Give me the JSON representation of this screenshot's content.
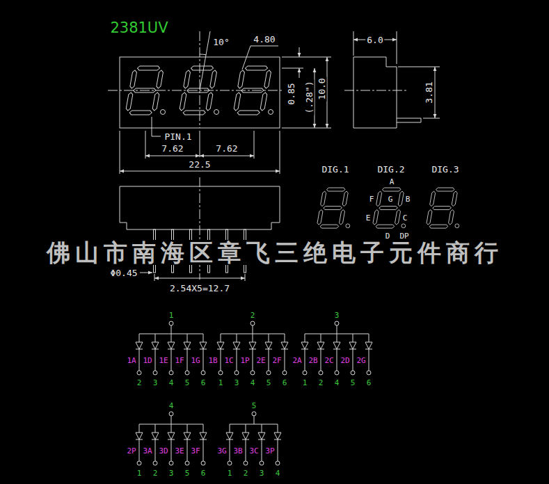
{
  "diagram": {
    "title": "2381UV",
    "labels": [
      "10°",
      "4.80",
      "0.85",
      "(.28\")",
      "10.0",
      "6.0",
      "3.81",
      "PIN.1",
      "7.62",
      "7.62",
      "22.5",
      "DIG.1",
      "DIG.2",
      "DIG.3",
      "A",
      "F",
      "B",
      "G",
      "E",
      "C",
      "D",
      "DP",
      "佛山市南海区章飞三绝电子元件商行",
      "Φ0.45",
      "2.54X5=12.7",
      "1",
      "1A",
      "1D",
      "1E",
      "1F",
      "1G",
      "2",
      "3",
      "4",
      "5",
      "6",
      "2",
      "1B",
      "1C",
      "1P",
      "2E",
      "2F",
      "1",
      "3",
      "4",
      "5",
      "6",
      "3",
      "2A",
      "2B",
      "2C",
      "2D",
      "2G",
      "1",
      "2",
      "4",
      "5",
      "6",
      "4",
      "2P",
      "3A",
      "3D",
      "3E",
      "3F",
      "1",
      "2",
      "3",
      "5",
      "6",
      "5",
      "3G",
      "3B",
      "3C",
      "3P",
      "1",
      "2",
      "3",
      "4"
    ]
  }
}
